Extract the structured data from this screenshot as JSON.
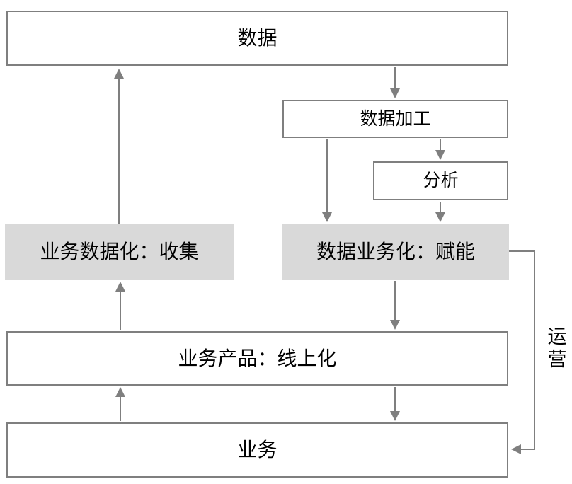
{
  "diagram": {
    "title": "data-business flow diagram",
    "nodes": {
      "data": {
        "label": "数据"
      },
      "processing": {
        "label": "数据加工"
      },
      "analysis": {
        "label": "分析"
      },
      "collect": {
        "label": "业务数据化：收集"
      },
      "empower": {
        "label": "数据业务化：赋能"
      },
      "product": {
        "label": "业务产品：线上化"
      },
      "business": {
        "label": "业务"
      }
    },
    "edge_labels": {
      "operation": "运营"
    },
    "colors": {
      "line": "#7f7f7f",
      "highlight_fill": "#d9d9d9",
      "background": "#ffffff",
      "text": "#000000"
    }
  }
}
